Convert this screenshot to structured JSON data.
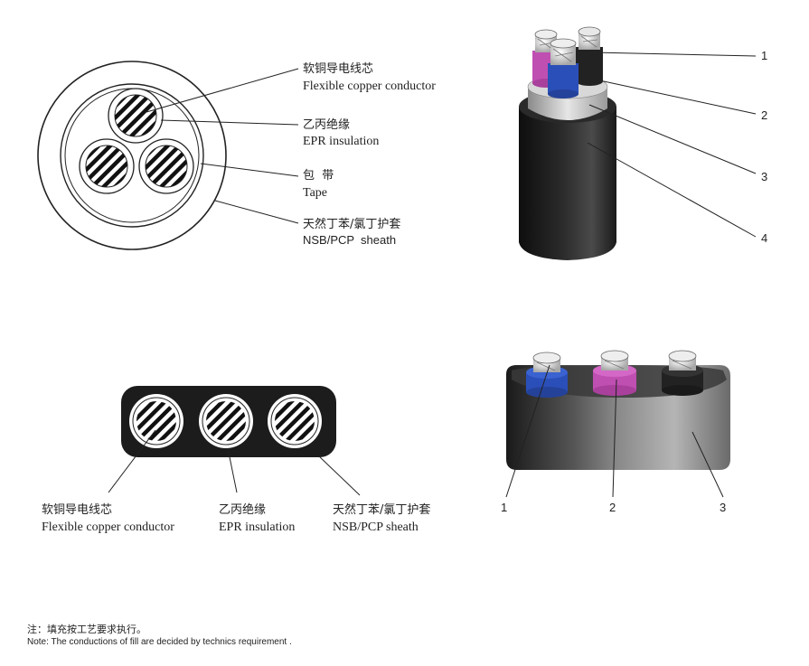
{
  "round_cross_section": {
    "labels": [
      {
        "cn": "软铜导电线芯",
        "en": "Flexible copper conductor"
      },
      {
        "cn": "乙丙绝缘",
        "en": "EPR insulation"
      },
      {
        "cn": "包  带",
        "en": "Tape"
      },
      {
        "cn": "天然丁苯/氯丁护套",
        "en": "NSB/PCP  sheath"
      }
    ]
  },
  "round_cable_3d": {
    "callouts": [
      "1",
      "2",
      "3",
      "4"
    ]
  },
  "flat_cross_section": {
    "labels": [
      {
        "cn": "软铜导电线芯",
        "en": "Flexible copper conductor"
      },
      {
        "cn": "乙丙绝缘",
        "en": "EPR insulation"
      },
      {
        "cn": "天然丁苯/氯丁护套",
        "en": "NSB/PCP sheath"
      }
    ]
  },
  "flat_cable_3d": {
    "callouts": [
      "1",
      "2",
      "3"
    ]
  },
  "note": {
    "cn": "注：填充按工艺要求执行。",
    "en": "Note: The conductions of fill are decided by technics requirement ."
  },
  "colors": {
    "sheath_black": "#1c1c1c",
    "insulation_blue": "#2b4fb8",
    "insulation_magenta": "#c04fb2",
    "insulation_black": "#222222",
    "tape_grey": "#b8b8b8"
  }
}
